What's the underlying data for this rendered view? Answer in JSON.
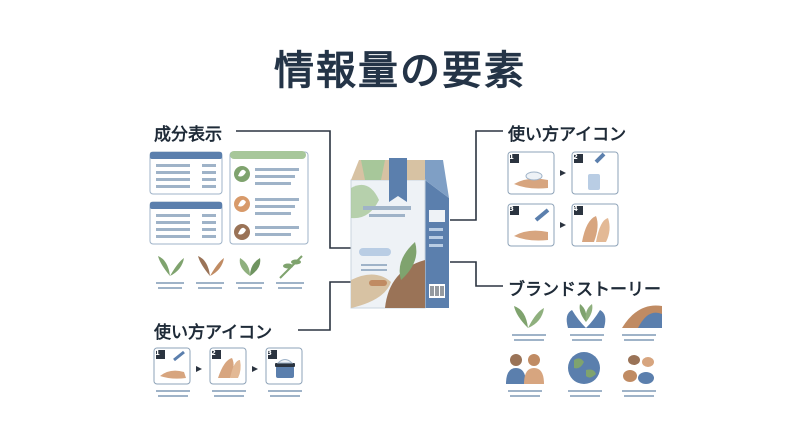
{
  "title": "情報量の要素",
  "labels": {
    "ingredients": "成分表示",
    "usage_left": "使い方アイコン",
    "usage_right": "使い方アイコン",
    "brand_story": "ブランドストーリー"
  },
  "step_numbers": [
    "1",
    "2",
    "3",
    "4"
  ],
  "colors": {
    "navy": "#243447",
    "blue": "#5b7fad",
    "green": "#7fa36e",
    "brown": "#9a7357",
    "tan": "#d7c2a3",
    "line": "#2b3440"
  },
  "icons": [
    "leaf-icon",
    "plant-icon",
    "herb-icon",
    "sprout-icon",
    "hands-plant-icon",
    "landscape-icon",
    "couple-icon",
    "globe-icon",
    "stones-icon",
    "dropper-icon",
    "cream-jar-icon",
    "barcode-icon"
  ]
}
